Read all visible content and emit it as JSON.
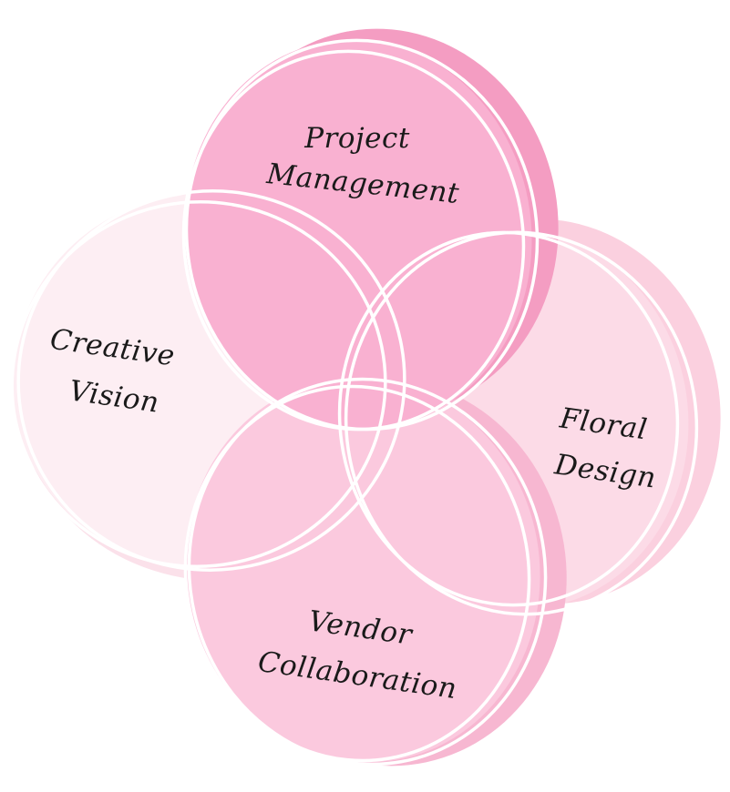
{
  "circles": [
    {
      "id": "creative-vision",
      "lines": [
        "Creative",
        "Vision"
      ],
      "fill": "#fdeef3",
      "shadow": "#fbe1ea"
    },
    {
      "id": "floral-design",
      "lines": [
        "Floral",
        "Design"
      ],
      "fill": "#fcdbe7",
      "shadow": "#fbd0df"
    },
    {
      "id": "vendor-collaboration",
      "lines": [
        "Vendor",
        "Collaboration"
      ],
      "fill": "#fbc9de",
      "shadow": "#f7b7d1"
    },
    {
      "id": "project-management",
      "lines": [
        "Project",
        "Management"
      ],
      "fill": "#f9b1d1",
      "shadow": "#f49dc2"
    }
  ],
  "colors": {
    "ring": "#ffffff",
    "text": "#1a1a1a"
  }
}
